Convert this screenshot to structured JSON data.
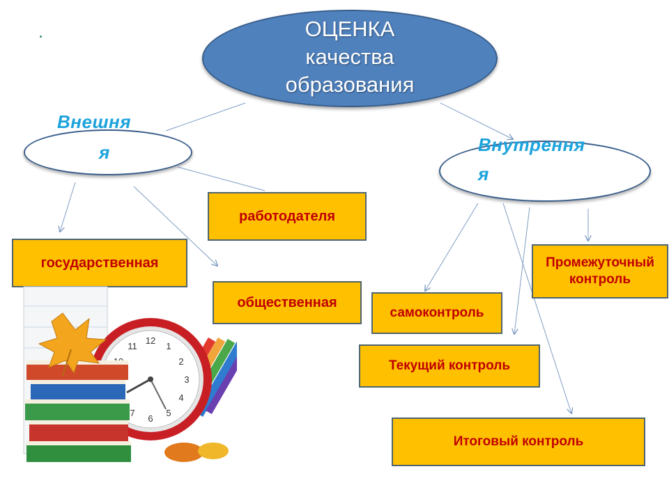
{
  "diagram": {
    "dot": ".",
    "root": "ОЦЕНКА\nкачества\nобразования",
    "external_line1": "Внешня",
    "external_line2": "я",
    "internal_line1": "Внутрення",
    "internal_line2": "я",
    "boxes": {
      "employers": "работодателя",
      "state": "государственная",
      "public": "общественная",
      "intermediate": "Промежуточный контроль",
      "self": "самоконтроль",
      "current": "Текущий контроль",
      "final": "Итоговый контроль"
    }
  }
}
